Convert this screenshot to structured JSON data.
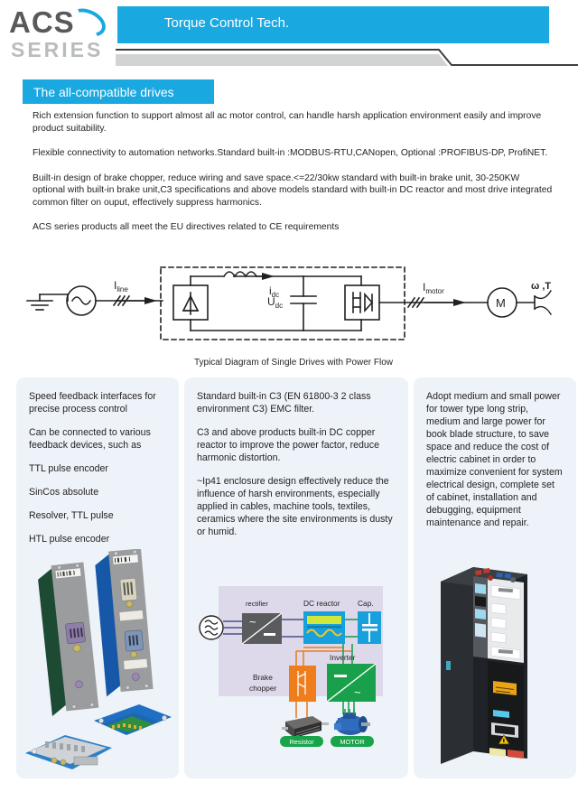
{
  "header": {
    "logo_main": "ACS",
    "logo_sub": "SERIES",
    "title": "Torque Control Tech."
  },
  "section": {
    "banner_title": "The all-compatible drives",
    "paragraphs": [
      "Rich extension function to support almost all ac motor control, can handle harsh application environment easily and improve product suitability.",
      "Flexible connectivity to automation networks.Standard built-in :MODBUS-RTU,CANopen, Optional :PROFIBUS-DP, ProfiNET.",
      "Built-in design of brake chopper, reduce wiring and save space.<=22/30kw standard with built-in brake unit, 30-250KW optional with built-in brake unit,C3 specifications and above models  standard with built-in DC reactor and most drive integrated common filter on ouput, effectively suppress harmonics.",
      "ACS series products all meet the EU directives related to CE requirements"
    ]
  },
  "circuit": {
    "caption": "Typical Diagram of Single Drives with Power Flow",
    "labels": {
      "i_line": "I",
      "i_line_sub": "line",
      "i_dc": "i",
      "i_dc_sub": "dc",
      "u_dc": "U",
      "u_dc_sub": "dc",
      "i_motor": "I",
      "i_motor_sub": "motor",
      "motor": "M",
      "omega_torque": "ω ,T"
    }
  },
  "columns": [
    {
      "id": "speed-feedback",
      "paragraphs": [
        " Speed feedback interfaces for precise process control",
        "Can be connected to various feedback devices, such as"
      ],
      "list": [
        "TTL pulse encoder",
        "SinCos absolute",
        "Resolver, TTL pulse",
        "HTL pulse encoder"
      ]
    },
    {
      "id": "emc-filter",
      "paragraphs": [
        "Standard built-in C3 (EN 61800-3 2 class environment C3) EMC filter.",
        "C3 and above products built-in DC copper reactor to improve the power factor, reduce harmonic distortion.",
        "~Ip41 enclosure design effectively reduce the influence of harsh environments, especially applied in cables, machine tools, textiles, ceramics where the site environments is dusty or humid."
      ],
      "diagram": {
        "rectifier": "rectifier",
        "dc_reactor": "DC reactor",
        "cap": "Cap.",
        "inverter": "Inverter",
        "brake_chopper_line1": "Brake",
        "brake_chopper_line2": "chopper",
        "resistor_badge": "Resistor",
        "motor_badge": "MOTOR",
        "rectifier_in": "~",
        "rectifier_out": "—",
        "inverter_in": "—",
        "inverter_out": "~"
      }
    },
    {
      "id": "cabinet-design",
      "paragraphs": [
        "Adopt medium and small power for tower type long strip, medium and large power for book blade structure, to save space and reduce the cost of electric cabinet in order to maximize convenient for system electrical design, complete set of cabinet, installation and debugging, equipment maintenance and repair."
      ]
    }
  ],
  "colors": {
    "brand_blue": "#19a8e0",
    "card_bg": "#edf3f8",
    "text": "#231f20",
    "green_badge": "#17a44a",
    "orange": "#f07d1b"
  }
}
